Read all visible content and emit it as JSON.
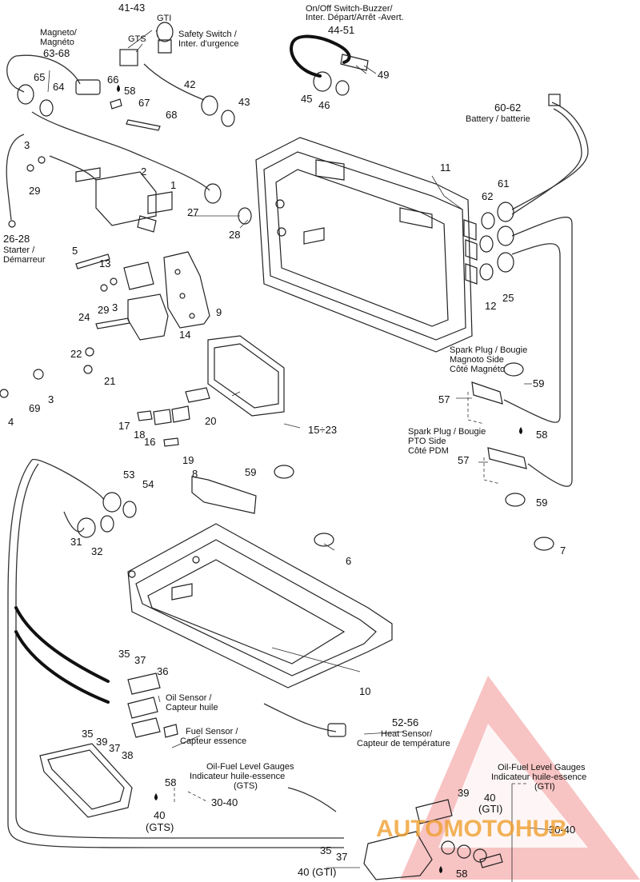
{
  "labels": {
    "l41_43": "41-43",
    "gti_top": "GTI",
    "gts_top": "GTS",
    "safety_switch": [
      "Safety Switch /",
      "Inter. d'urgence"
    ],
    "magneto": [
      "Magneto/",
      "Magnéto",
      "63-68"
    ],
    "onoff": [
      "On/Off Switch-Buzzer/",
      "Inter. Départ/Arrêt -Avert.",
      "44-51"
    ],
    "battery": [
      "60-62",
      "Battery / batterie"
    ],
    "starter": [
      "26-28",
      "Starter /",
      "Démarreur"
    ],
    "spark_magneto": [
      "Spark Plug / Bougie",
      "Magnoto Side",
      "Côté Magnéto"
    ],
    "spark_pto": [
      "Spark Plug / Bougie",
      "PTO Side",
      "Côté PDM"
    ],
    "oil_sensor": [
      "Oil  Sensor /",
      "Capteur huile"
    ],
    "fuel_sensor": [
      "Fuel Sensor /",
      "Capteur essence"
    ],
    "heat_sensor": [
      "52-56",
      "Heat Sensor/",
      "Capteur de température"
    ],
    "gauges_gts": [
      "Oil-Fuel Level Gauges",
      "Indicateur huile-essence",
      "(GTS)",
      "30-40"
    ],
    "gauges_gti": [
      "Oil-Fuel Level Gauges",
      "Indicateur huile-essence",
      "(GTI)"
    ],
    "l40_gts": [
      "40",
      "(GTS)"
    ],
    "l40_gti": [
      "40",
      "(GTI)"
    ],
    "l40_gti_bottom": "40 (GTI)",
    "l30_40_right": "30-40",
    "l15_23": "15÷23",
    "watermark": "AUTOMOTOHUB"
  },
  "callouts": [
    {
      "id": "n49",
      "text": "49"
    },
    {
      "id": "n65",
      "text": "65"
    },
    {
      "id": "n64",
      "text": "64"
    },
    {
      "id": "n66",
      "text": "66"
    },
    {
      "id": "n58a",
      "text": "58"
    },
    {
      "id": "n67",
      "text": "67"
    },
    {
      "id": "n42",
      "text": "42"
    },
    {
      "id": "n43",
      "text": "43"
    },
    {
      "id": "n45",
      "text": "45"
    },
    {
      "id": "n46",
      "text": "46"
    },
    {
      "id": "n68",
      "text": "68"
    },
    {
      "id": "n3a",
      "text": "3"
    },
    {
      "id": "n2",
      "text": "2"
    },
    {
      "id": "n1",
      "text": "1"
    },
    {
      "id": "n11",
      "text": "11"
    },
    {
      "id": "n29a",
      "text": "29"
    },
    {
      "id": "n27",
      "text": "27"
    },
    {
      "id": "n28",
      "text": "28"
    },
    {
      "id": "n61",
      "text": "61"
    },
    {
      "id": "n62",
      "text": "62"
    },
    {
      "id": "n5",
      "text": "5"
    },
    {
      "id": "n13",
      "text": "13"
    },
    {
      "id": "n12",
      "text": "12"
    },
    {
      "id": "n25",
      "text": "25"
    },
    {
      "id": "n29b",
      "text": "29"
    },
    {
      "id": "n3b",
      "text": "3"
    },
    {
      "id": "n9",
      "text": "9"
    },
    {
      "id": "n24",
      "text": "24"
    },
    {
      "id": "n14",
      "text": "14"
    },
    {
      "id": "n22",
      "text": "22"
    },
    {
      "id": "n21",
      "text": "21"
    },
    {
      "id": "n59a",
      "text": "59"
    },
    {
      "id": "n3c",
      "text": "3"
    },
    {
      "id": "n69",
      "text": "69"
    },
    {
      "id": "n4",
      "text": "4"
    },
    {
      "id": "n57a",
      "text": "57"
    },
    {
      "id": "n58b",
      "text": "58"
    },
    {
      "id": "n20",
      "text": "20"
    },
    {
      "id": "n17",
      "text": "17"
    },
    {
      "id": "n18",
      "text": "18"
    },
    {
      "id": "n16",
      "text": "16"
    },
    {
      "id": "n57b",
      "text": "57"
    },
    {
      "id": "n19",
      "text": "19"
    },
    {
      "id": "n59b",
      "text": "59"
    },
    {
      "id": "n8",
      "text": "8"
    },
    {
      "id": "n53",
      "text": "53"
    },
    {
      "id": "n54",
      "text": "54"
    },
    {
      "id": "n59c",
      "text": "59"
    },
    {
      "id": "n31",
      "text": "31"
    },
    {
      "id": "n32",
      "text": "32"
    },
    {
      "id": "n7",
      "text": "7"
    },
    {
      "id": "n6",
      "text": "6"
    },
    {
      "id": "n35a",
      "text": "35"
    },
    {
      "id": "n37a",
      "text": "37"
    },
    {
      "id": "n36",
      "text": "36"
    },
    {
      "id": "n10",
      "text": "10"
    },
    {
      "id": "n35b",
      "text": "35"
    },
    {
      "id": "n39a",
      "text": "39"
    },
    {
      "id": "n37b",
      "text": "37"
    },
    {
      "id": "n38",
      "text": "38"
    },
    {
      "id": "n58c",
      "text": "58"
    },
    {
      "id": "n39b",
      "text": "39"
    },
    {
      "id": "n35c",
      "text": "35"
    },
    {
      "id": "n37c",
      "text": "37"
    },
    {
      "id": "n58d",
      "text": "58"
    }
  ],
  "colors": {
    "line": "#222222",
    "watermark": "#e02020",
    "watermark_text": "#f0a030"
  }
}
